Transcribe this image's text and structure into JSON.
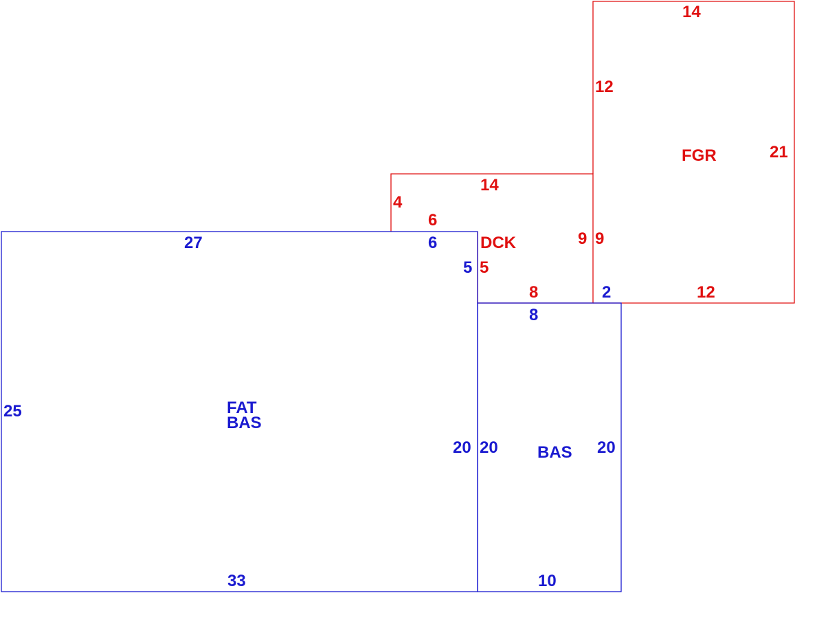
{
  "colors": {
    "red_outline": "#e01010",
    "blue_outline": "#1a1ad0",
    "background": "#ffffff"
  },
  "areas": {
    "fgr": {
      "name": "FGR",
      "dims": {
        "top": "14",
        "left": "12",
        "right": "21",
        "bottom": "12",
        "left_lower": "9"
      }
    },
    "dck": {
      "name": "DCK",
      "dims": {
        "top": "14",
        "left": "4",
        "inner_top": "6",
        "right": "9",
        "inner_left": "5",
        "bottom": "8"
      }
    },
    "fat_bas": {
      "name_line1": "FAT",
      "name_line2": "BAS",
      "dims": {
        "top": "27",
        "top_right": "6",
        "left": "25",
        "right": "20",
        "bottom": "33",
        "right_upper": "5"
      }
    },
    "bas": {
      "name": "BAS",
      "dims": {
        "top": "8",
        "top_right": "2",
        "left": "20",
        "right": "20",
        "bottom": "10"
      }
    }
  }
}
